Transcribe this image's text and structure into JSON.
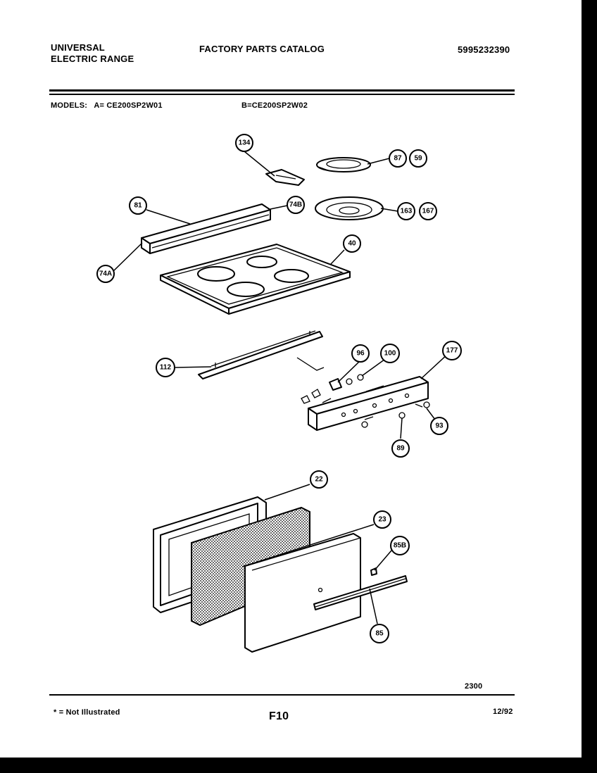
{
  "header": {
    "brand_line1": "UNIVERSAL",
    "brand_line2": "ELECTRIC RANGE",
    "catalog_title": "FACTORY PARTS CATALOG",
    "catalog_number": "5995232390"
  },
  "models": {
    "label": "MODELS:",
    "model_a": "A= CE200SP2W01",
    "model_b": "B=CE200SP2W02"
  },
  "callouts": {
    "c134": "134",
    "c87": "87",
    "c59": "59",
    "c81": "81",
    "c74b": "74B",
    "c163": "163",
    "c167": "167",
    "c74a": "74A",
    "c40": "40",
    "c112": "112",
    "c96": "96",
    "c100": "100",
    "c177": "177",
    "c93": "93",
    "c89": "89",
    "c22": "22",
    "c23": "23",
    "c85b": "85B",
    "c85": "85"
  },
  "footer": {
    "diagram_number": "2300",
    "note": "* = Not Illustrated",
    "page_id": "F10",
    "date": "12/92"
  }
}
